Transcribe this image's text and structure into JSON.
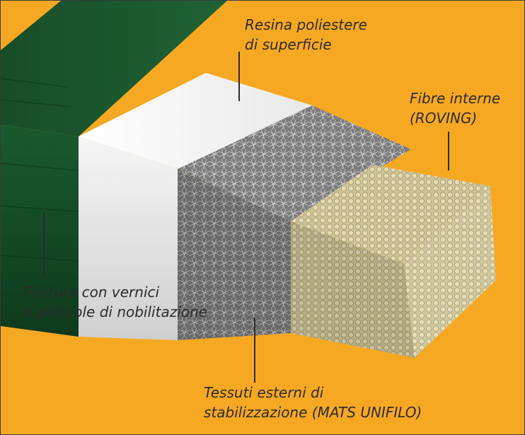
{
  "colors": {
    "background": "#f7a823",
    "green_layer": "#1c5a2f",
    "white_layer": "#f2f2f2",
    "mat_layer": "#8e8e8e",
    "roving": "#d8cfa2"
  },
  "labels": {
    "resin": {
      "line1": "Resina poliestere",
      "line2": "di superficie"
    },
    "roving": {
      "line1": "Fibre interne",
      "line2": "(ROVING)"
    },
    "finish": {
      "line1": "Finitura con vernici",
      "line2": "o pellicole di nobilitazione"
    },
    "mats": {
      "line1": "Tessuti esterni di",
      "line2": "stabilizzazione (MATS UNIFILO)"
    }
  }
}
